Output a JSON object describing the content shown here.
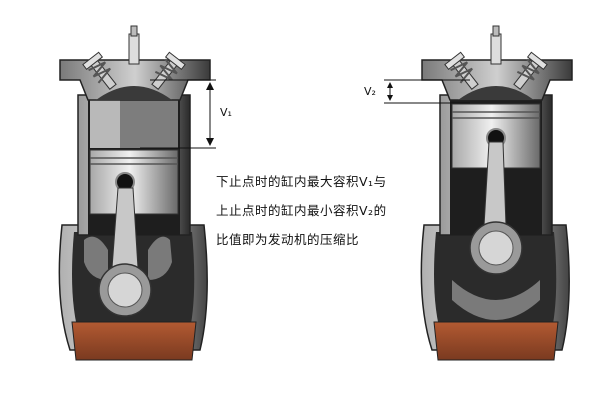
{
  "labels": {
    "v1": "V₁",
    "v2": "V₂"
  },
  "caption": {
    "line1": "下止点时的缸内最大容积V₁与",
    "line2": "上止点时的缸内最小容积V₂的",
    "line3": "比值即为发动机的压缩比"
  },
  "colors": {
    "cylinder_dark": "#1e1e1e",
    "cylinder_mid": "#6a6a6a",
    "piston_light": "#d8d8d8",
    "oil": "#9a4a2a",
    "crankcase": "#3a3a3a"
  }
}
